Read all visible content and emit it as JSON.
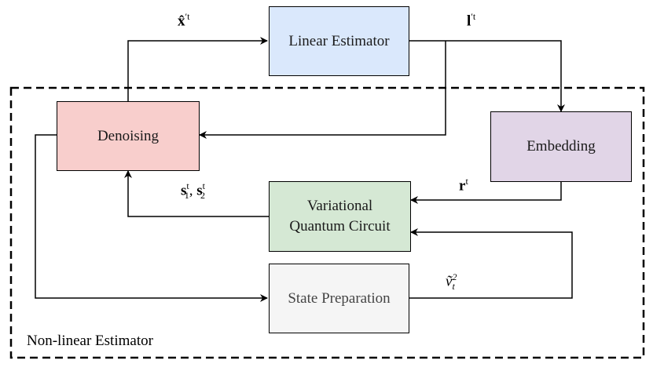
{
  "colors": {
    "linear": "#dae8fc",
    "denoising": "#f8cecc",
    "embedding": "#e1d5e7",
    "vqc": "#d5e8d4",
    "state": "#f5f5f5"
  },
  "blocks": {
    "linear_estimator": "Linear Estimator",
    "denoising": "Denoising",
    "embedding": "Embedding",
    "vqc": "Variational\nQuantum Circuit",
    "state_preparation": "State Preparation"
  },
  "region_label": "Non-linear Estimator",
  "signals": {
    "x_hat": {
      "base": "x̂",
      "sup": "′t"
    },
    "l": {
      "base": "l",
      "sup": "′t"
    },
    "r": {
      "base": "r",
      "sup": "t"
    },
    "s": {
      "base1": "s",
      "sub1": "1",
      "base2": "s",
      "sub2": "2",
      "sup": "t",
      "sep": ", "
    },
    "v": {
      "base": "ṽ",
      "sub": "t",
      "sup": "2"
    }
  }
}
